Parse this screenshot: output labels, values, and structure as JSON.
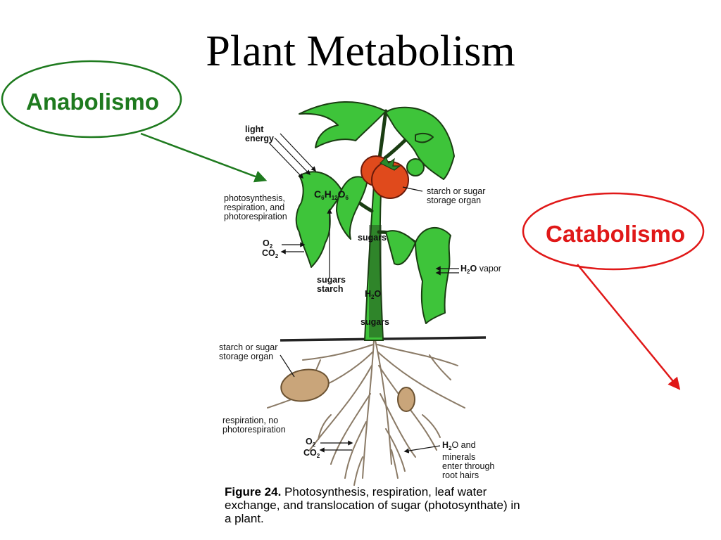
{
  "title": "Plant Metabolism",
  "annotations": {
    "anabolismo": "Anabolismo",
    "catabolismo": "Catabolismo"
  },
  "colors": {
    "anabolismo": "#1e7a1e",
    "catabolismo": "#e01818",
    "leaf": "#3ec43a",
    "tomato": "#e04a1c",
    "tuber": "#c9a57a"
  },
  "diagram_labels": {
    "light_energy_1": "light",
    "light_energy_2": "energy",
    "glucose_c": "C",
    "glucose_c_sub": "6",
    "glucose_h": "H",
    "glucose_h_sub": "12",
    "glucose_o": "O",
    "glucose_o_sub": "6",
    "photosynthesis_1": "photosynthesis,",
    "photosynthesis_2": "respiration, and",
    "photosynthesis_3": "photorespiration",
    "o2_leaf": "O",
    "o2_leaf_sub": "2",
    "co2_leaf": "CO",
    "co2_leaf_sub": "2",
    "sugars_starch_1": "sugars",
    "sugars_starch_2": "starch",
    "sugars_stem_top": "sugars",
    "h2o_stem": "H",
    "h2o_stem_sub": "2",
    "h2o_stem_o": "O",
    "sugars_stem_bottom": "sugars",
    "storage_top_1": "starch or sugar",
    "storage_top_2": "storage organ",
    "h2o_vapor_h": "H",
    "h2o_vapor_sub": "2",
    "h2o_vapor_o": "O",
    "h2o_vapor_rest": "vapor",
    "storage_bottom_1": "starch or sugar",
    "storage_bottom_2": "storage organ",
    "respiration_1": "respiration, no",
    "respiration_2": "photorespiration",
    "o2_root": "O",
    "o2_root_sub": "2",
    "co2_root": "CO",
    "co2_root_sub": "2",
    "water_1_h": "H",
    "water_1_sub": "2",
    "water_1_rest": "O and",
    "water_2": "minerals",
    "water_3": "enter through",
    "water_4": "root hairs"
  },
  "caption": {
    "figure_label": "Figure 24.",
    "text": "Photosynthesis, respiration, leaf water exchange, and translocation of sugar (photosynthate) in a plant."
  }
}
